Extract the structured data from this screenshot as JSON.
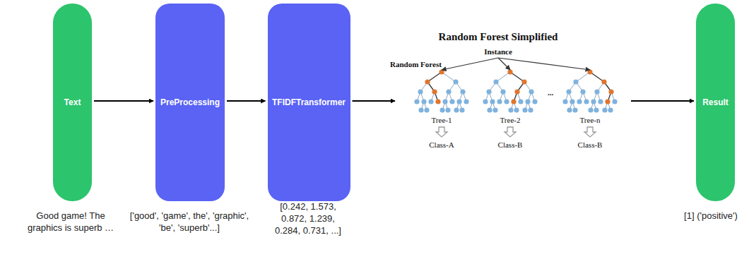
{
  "diagram": {
    "nodes": [
      {
        "text": [
          "Text"
        ]
      },
      {
        "text": [
          "PreProcessing"
        ]
      },
      {
        "text": [
          "TFIDFTransformer"
        ]
      },
      {
        "text": [
          "Random Forest Simplified"
        ]
      },
      {
        "text": [
          "Result"
        ]
      }
    ],
    "edges": [
      {
        "from": 0,
        "to": 1,
        "arrow": "to"
      },
      {
        "from": 1,
        "to": 2,
        "arrow": "to"
      },
      {
        "from": 2,
        "to": 3,
        "arrow": "to"
      },
      {
        "from": 3,
        "to": 4,
        "arrow": "to"
      }
    ],
    "labels": [
      "Random Forest",
      "Instance",
      "Tree-1",
      "Tree-2",
      "...",
      "Tree-n",
      "Class-A",
      "Class-B",
      "Class-B",
      "Good game! The graphics is superb …",
      "['good', 'game', the', 'graphic', 'be', 'superb'...]",
      "[0.242, 1.573, 0.872, 1.239, 0.284, 0.731, ...]",
      "[1] ('positive')"
    ]
  }
}
